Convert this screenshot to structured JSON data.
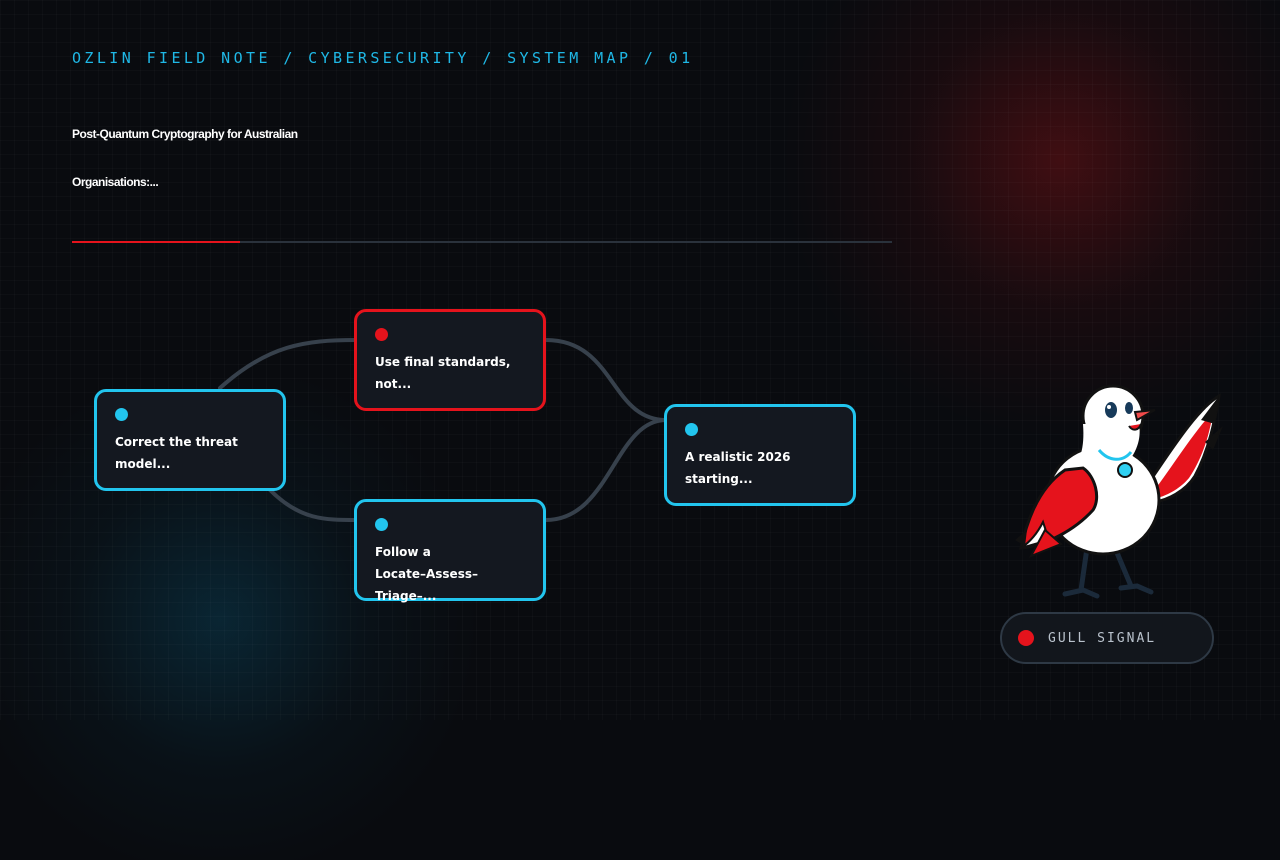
{
  "header": {
    "eyebrow": "OZLIN FIELD NOTE / CYBERSECURITY / SYSTEM MAP / 01",
    "title": "Post-Quantum Cryptography for Australian Organisations:..."
  },
  "progress": {
    "fraction": 0.205,
    "fill_color": "#e5131c",
    "track_color": "#2a323c"
  },
  "colors": {
    "accent_blue": "#22c5ee",
    "accent_red": "#e5131c",
    "background": "#090b0f",
    "node_fill": "#141820",
    "link": "#37414c"
  },
  "nodes": [
    {
      "id": "threat-model",
      "label": "Correct the threat\nmodel...",
      "accent": "blue"
    },
    {
      "id": "final-standards",
      "label": "Use final standards,\nnot...",
      "accent": "red"
    },
    {
      "id": "locate-assess",
      "label": "Follow a\nLocate–Assess–Triage–...",
      "accent": "blue"
    },
    {
      "id": "realistic-2026",
      "label": "A realistic 2026\nstarting...",
      "accent": "blue"
    }
  ],
  "edges": [
    {
      "from": "threat-model",
      "to": "final-standards"
    },
    {
      "from": "threat-model",
      "to": "locate-assess"
    },
    {
      "from": "final-standards",
      "to": "realistic-2026"
    },
    {
      "from": "locate-assess",
      "to": "realistic-2026"
    }
  ],
  "mascot": {
    "icon": "gull-mascot-icon"
  },
  "signal": {
    "label": "GULL SIGNAL",
    "icon": "red-dot-icon"
  }
}
